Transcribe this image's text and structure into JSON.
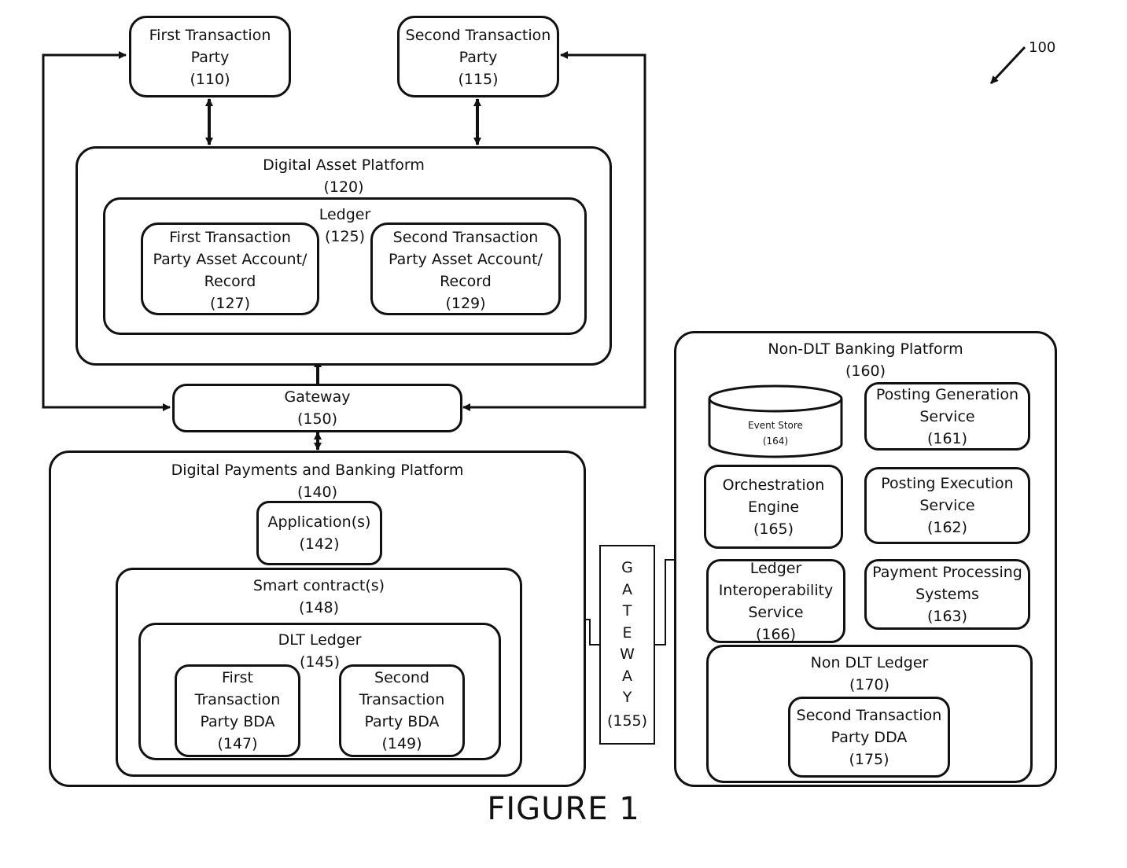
{
  "figure_ref": "100",
  "figure_caption": "FIGURE 1",
  "parties": {
    "first": "First Transaction\nParty\n(110)",
    "second": "Second Transaction\nParty\n(115)"
  },
  "digital_asset_platform": {
    "title": "Digital Asset Platform\n(120)",
    "ledger": "Ledger\n(125)",
    "first_account": "First Transaction\nParty Asset Account/\nRecord\n(127)",
    "second_account": "Second Transaction\nParty Asset Account/\nRecord\n(129)"
  },
  "gateway": "Gateway\n(150)",
  "digital_payments_platform": {
    "title": "Digital Payments and Banking Platform\n(140)",
    "applications": "Application(s)\n(142)",
    "smart_contracts": "Smart contract(s)\n(148)",
    "dlt_ledger": "DLT Ledger\n(145)",
    "first_bda": "First\nTransaction\nParty BDA\n(147)",
    "second_bda": "Second\nTransaction\nParty BDA\n(149)"
  },
  "vertical_gateway": {
    "letters": "G\nA\nT\nE\nW\nA\nY",
    "number": "(155)"
  },
  "non_dlt_platform": {
    "title": "Non-DLT Banking Platform\n(160)",
    "event_store": "Event Store\n(164)",
    "posting_generation": "Posting Generation\nService\n(161)",
    "orchestration": "Orchestration\nEngine\n(165)",
    "posting_execution": "Posting Execution\nService\n(162)",
    "ledger_interop": "Ledger\nInteroperability\nService\n(166)",
    "payment_processing": "Payment Processing\nSystems\n(163)",
    "non_dlt_ledger": "Non DLT Ledger\n(170)",
    "second_dda": "Second Transaction\nParty DDA\n(175)"
  }
}
